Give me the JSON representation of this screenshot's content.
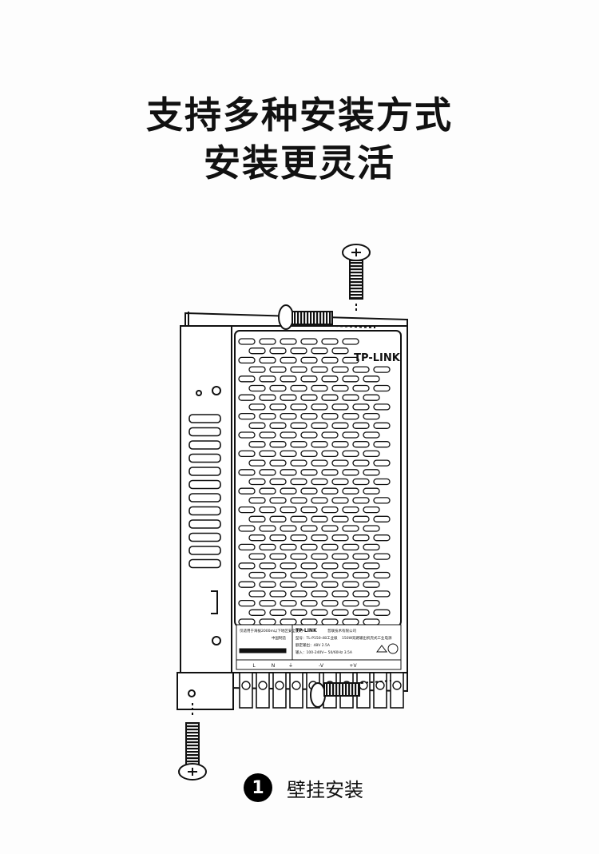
{
  "headline": {
    "line1": "支持多种安装方式",
    "line2": "安装更灵活"
  },
  "device": {
    "brand": "TP-LINK",
    "label": {
      "brand": "TP-LINK",
      "company": "普联技术有限公司",
      "model": "型号：TL-P150-48工业级",
      "product": "150W双路输出机壳式工业电源",
      "note": "仅适用于海拔2000m以下地区安全使用",
      "china": "中国制造",
      "output": "额定输出：48V 2.5A",
      "input": "输入：100-240V~ 50/60Hz 3.5A"
    },
    "terminals": [
      "L",
      "N",
      "⏚",
      "-V",
      "+V"
    ]
  },
  "step": {
    "number": "1",
    "label": "壁挂安装"
  }
}
